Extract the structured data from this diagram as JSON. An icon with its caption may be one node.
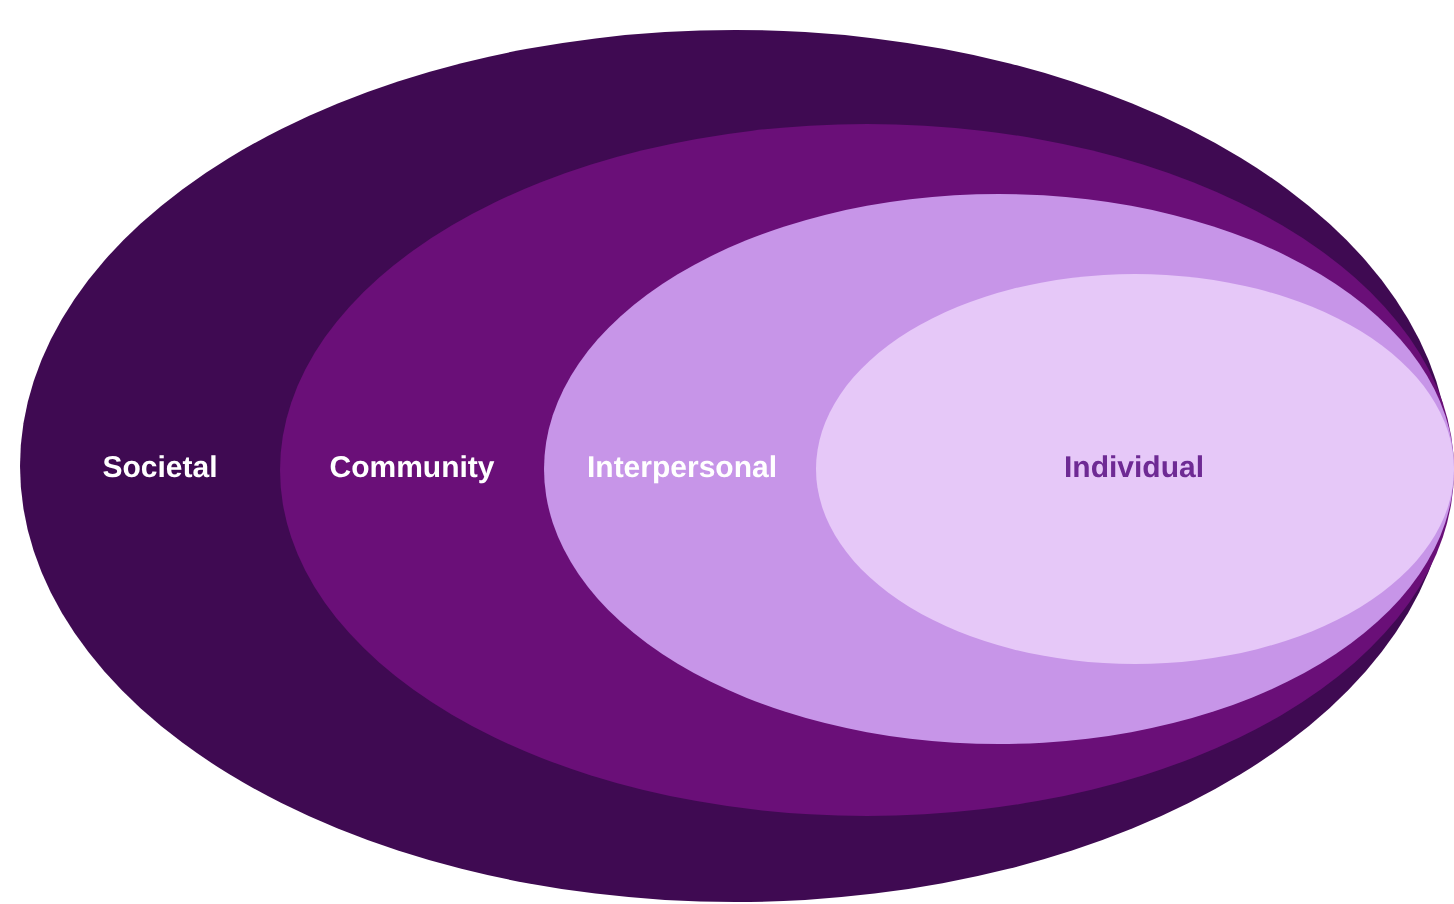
{
  "diagram": {
    "nodes": [
      {
        "text": [
          "Societal"
        ]
      },
      {
        "text": [
          "Community"
        ],
        "in": 0
      },
      {
        "text": [
          "Interpersonal"
        ],
        "in": 1
      },
      {
        "text": [
          "Individual"
        ],
        "in": 2
      }
    ]
  }
}
